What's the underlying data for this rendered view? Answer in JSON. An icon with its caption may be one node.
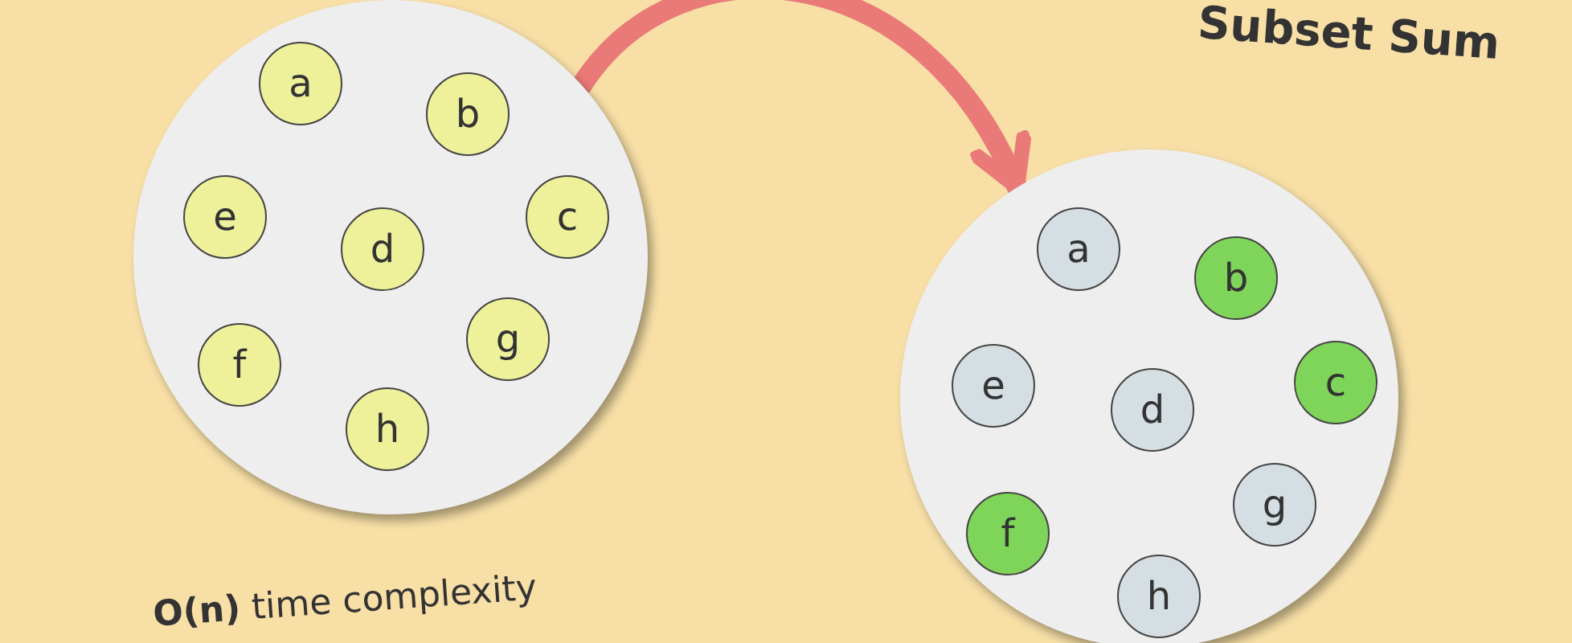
{
  "diagram": {
    "nodes": [
      {
        "text": [],
        "shape": "circle"
      },
      {
        "text": [
          "a"
        ],
        "in": 0
      },
      {
        "text": [
          "b"
        ],
        "in": 0
      },
      {
        "text": [
          "e"
        ],
        "in": 0
      },
      {
        "text": [
          "d"
        ],
        "in": 0
      },
      {
        "text": [
          "c"
        ],
        "in": 0
      },
      {
        "text": [
          "g"
        ],
        "in": 0
      },
      {
        "text": [
          "f"
        ],
        "in": 0
      },
      {
        "text": [
          "h"
        ],
        "in": 0
      },
      {
        "text": [],
        "shape": "circle"
      },
      {
        "text": [
          "a"
        ],
        "in": 9
      },
      {
        "text": [
          "b"
        ],
        "in": 9
      },
      {
        "text": [
          "e"
        ],
        "in": 9
      },
      {
        "text": [
          "d"
        ],
        "in": 9
      },
      {
        "text": [
          "c"
        ],
        "in": 9
      },
      {
        "text": [
          "g"
        ],
        "in": 9
      },
      {
        "text": [
          "f"
        ],
        "in": 9
      },
      {
        "text": [
          "h"
        ],
        "in": 9
      }
    ],
    "edges": [
      {
        "from": 0,
        "to": 9,
        "arrow": "to"
      }
    ],
    "labels": [
      "Subset Sum",
      "**O(n)** time complexity"
    ]
  }
}
